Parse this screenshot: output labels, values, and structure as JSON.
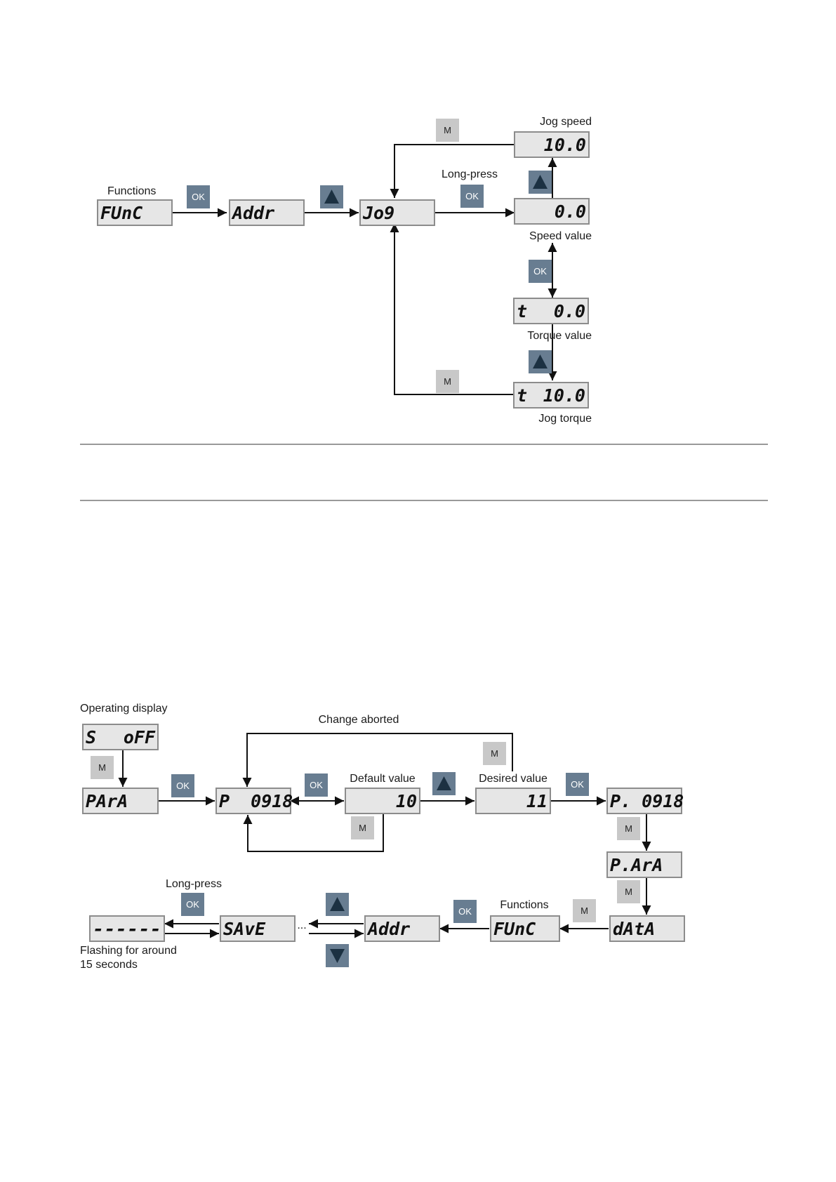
{
  "diagram1": {
    "labels": {
      "functions": "Functions",
      "jog_speed": "Jog speed",
      "long_press": "Long-press",
      "speed_value": "Speed value",
      "torque_value": "Torque value",
      "jog_torque": "Jog torque"
    },
    "displays": {
      "func": "FUnC",
      "addr": "Addr",
      "jog": "Jo9",
      "jog_speed": "10.0",
      "speed_value": "0.0",
      "torque_prefix": "t",
      "torque_value": "0.0",
      "jog_torque_prefix": "t",
      "jog_torque": "10.0"
    }
  },
  "diagram2": {
    "labels": {
      "operating_display": "Operating display",
      "change_aborted": "Change aborted",
      "default_value": "Default value",
      "desired_value": "Desired value",
      "long_press": "Long-press",
      "functions": "Functions",
      "flashing_line1": "Flashing for around",
      "flashing_line2": "15 seconds",
      "ellipsis": "..."
    },
    "displays": {
      "s_off_left": "S",
      "s_off_right": "oFF",
      "para": "PArA",
      "p0918": "P  0918",
      "default": "10",
      "desired": "11",
      "p_dot_0918": "P. 0918",
      "p_dot_ara": "P.ArA",
      "data": "dAtA",
      "func": "FUnC",
      "addr": "Addr",
      "save": "SAvE",
      "dashes": "------"
    }
  },
  "buttons": {
    "ok": "OK",
    "m": "M"
  },
  "colors": {
    "ok_button": "#687d91",
    "m_button": "#c8c8c8",
    "display_bg": "#e6e6e6",
    "arrow_glyph": "#1c3142"
  }
}
